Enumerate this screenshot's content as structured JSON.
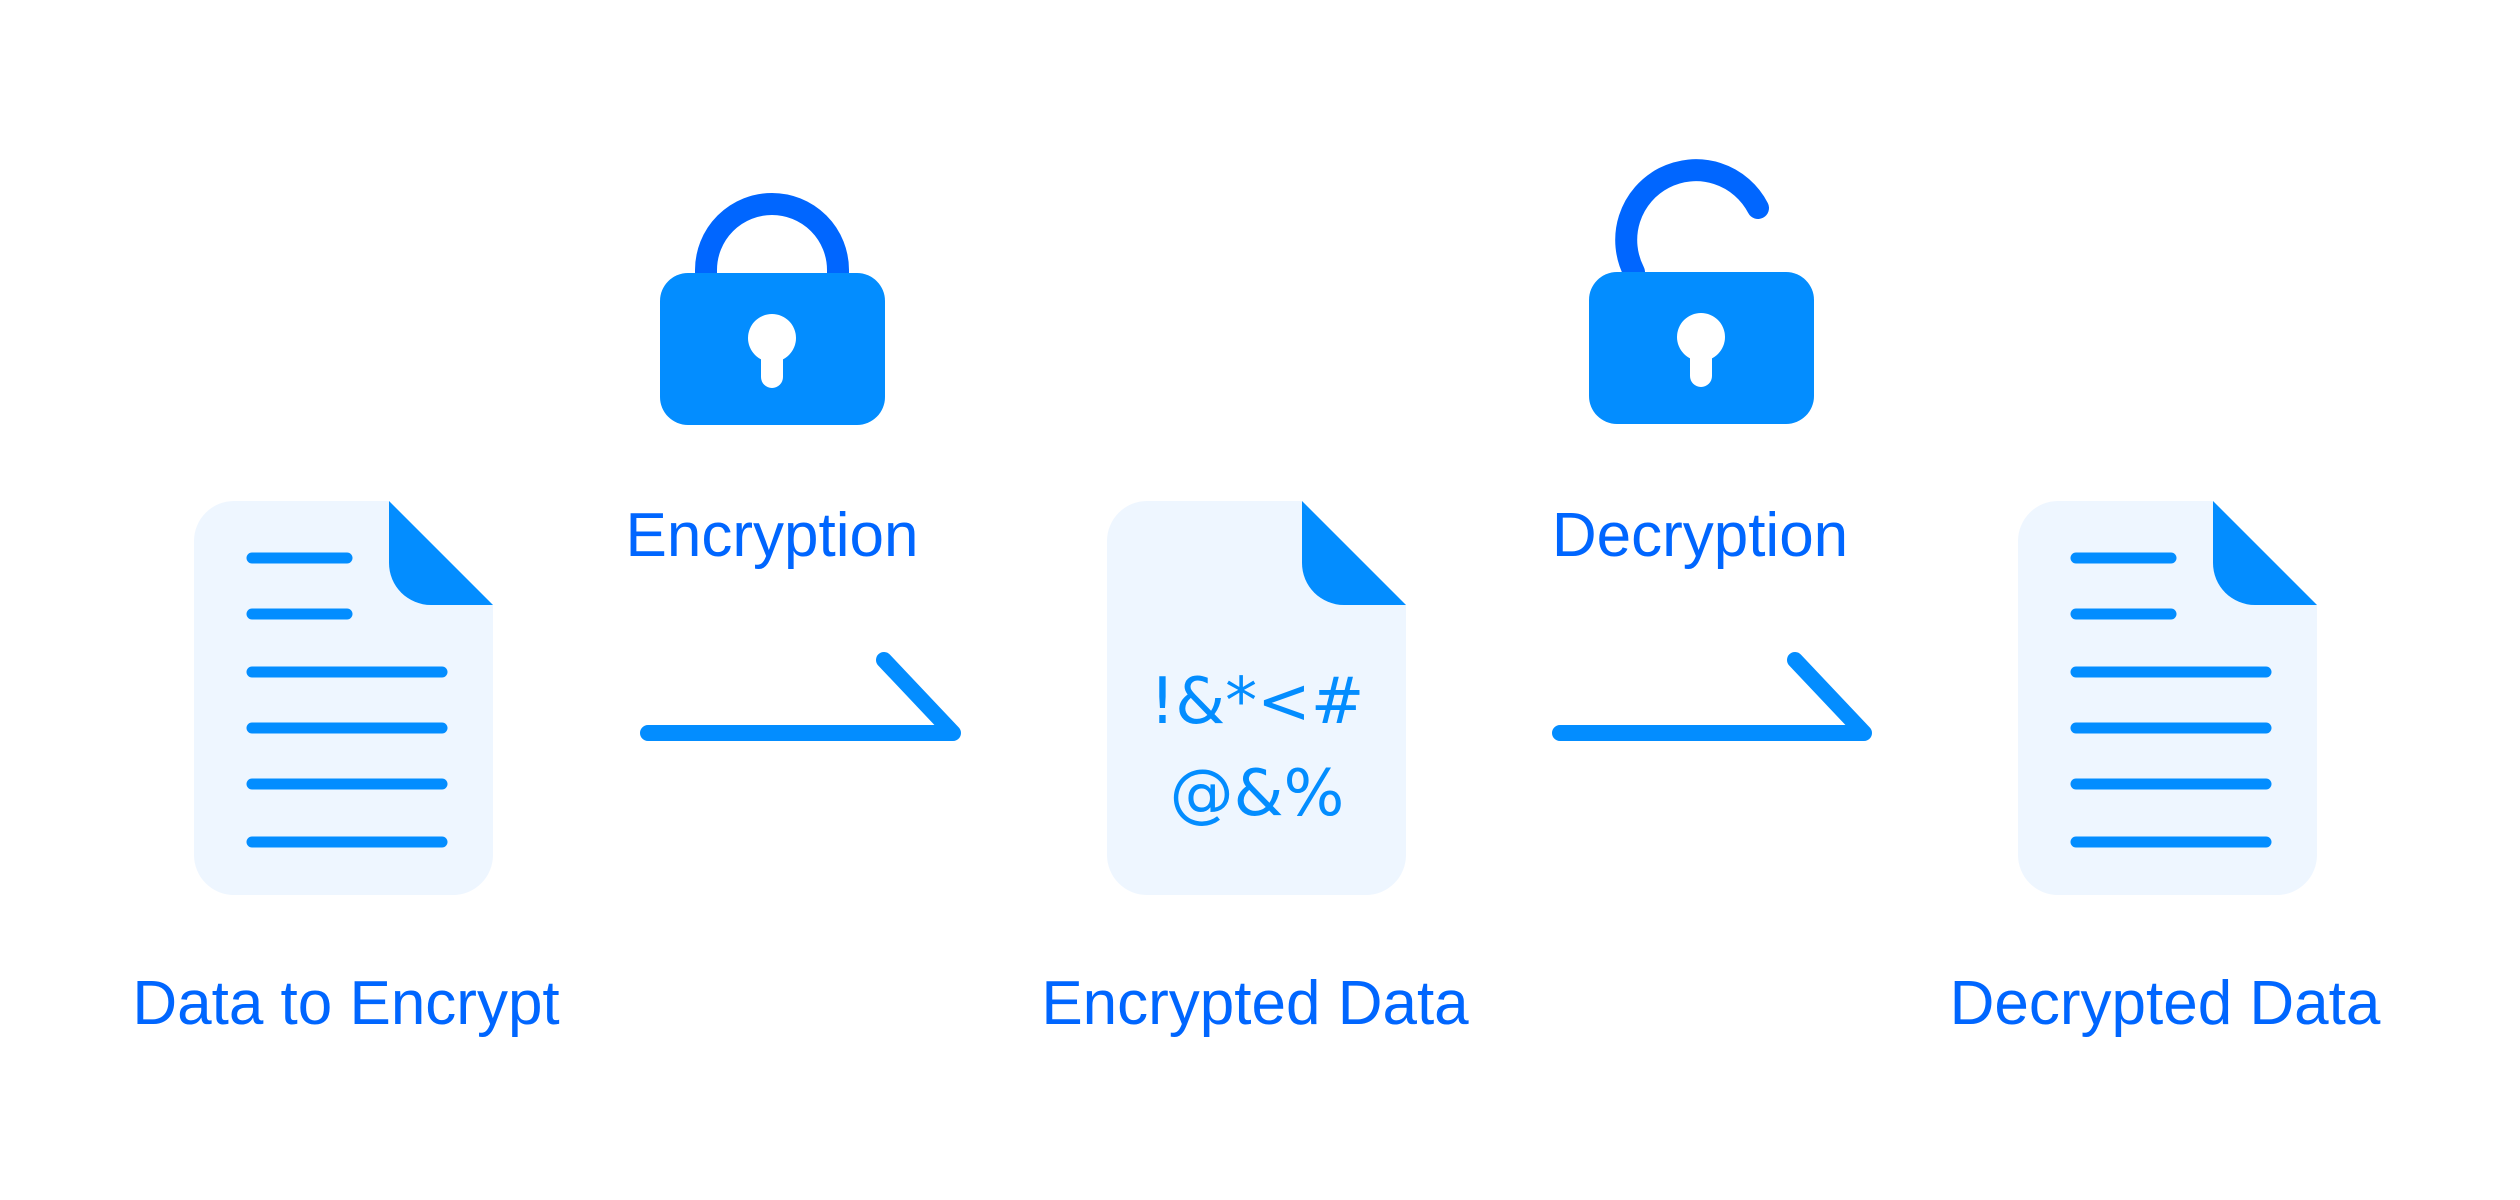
{
  "steps": {
    "encryption_label": "Encryption",
    "decryption_label": "Decryption"
  },
  "documents": {
    "source_label": "Data to Encrypt",
    "encrypted_label": "Encrypted Data",
    "decrypted_label": "Decrypted Data",
    "encrypted_symbols_line1": "!&*<#",
    "encrypted_symbols_line2": "@&%"
  },
  "colors": {
    "primary": "#0066FF",
    "accent": "#038DFF",
    "doc_bg": "#EEF6FF"
  }
}
